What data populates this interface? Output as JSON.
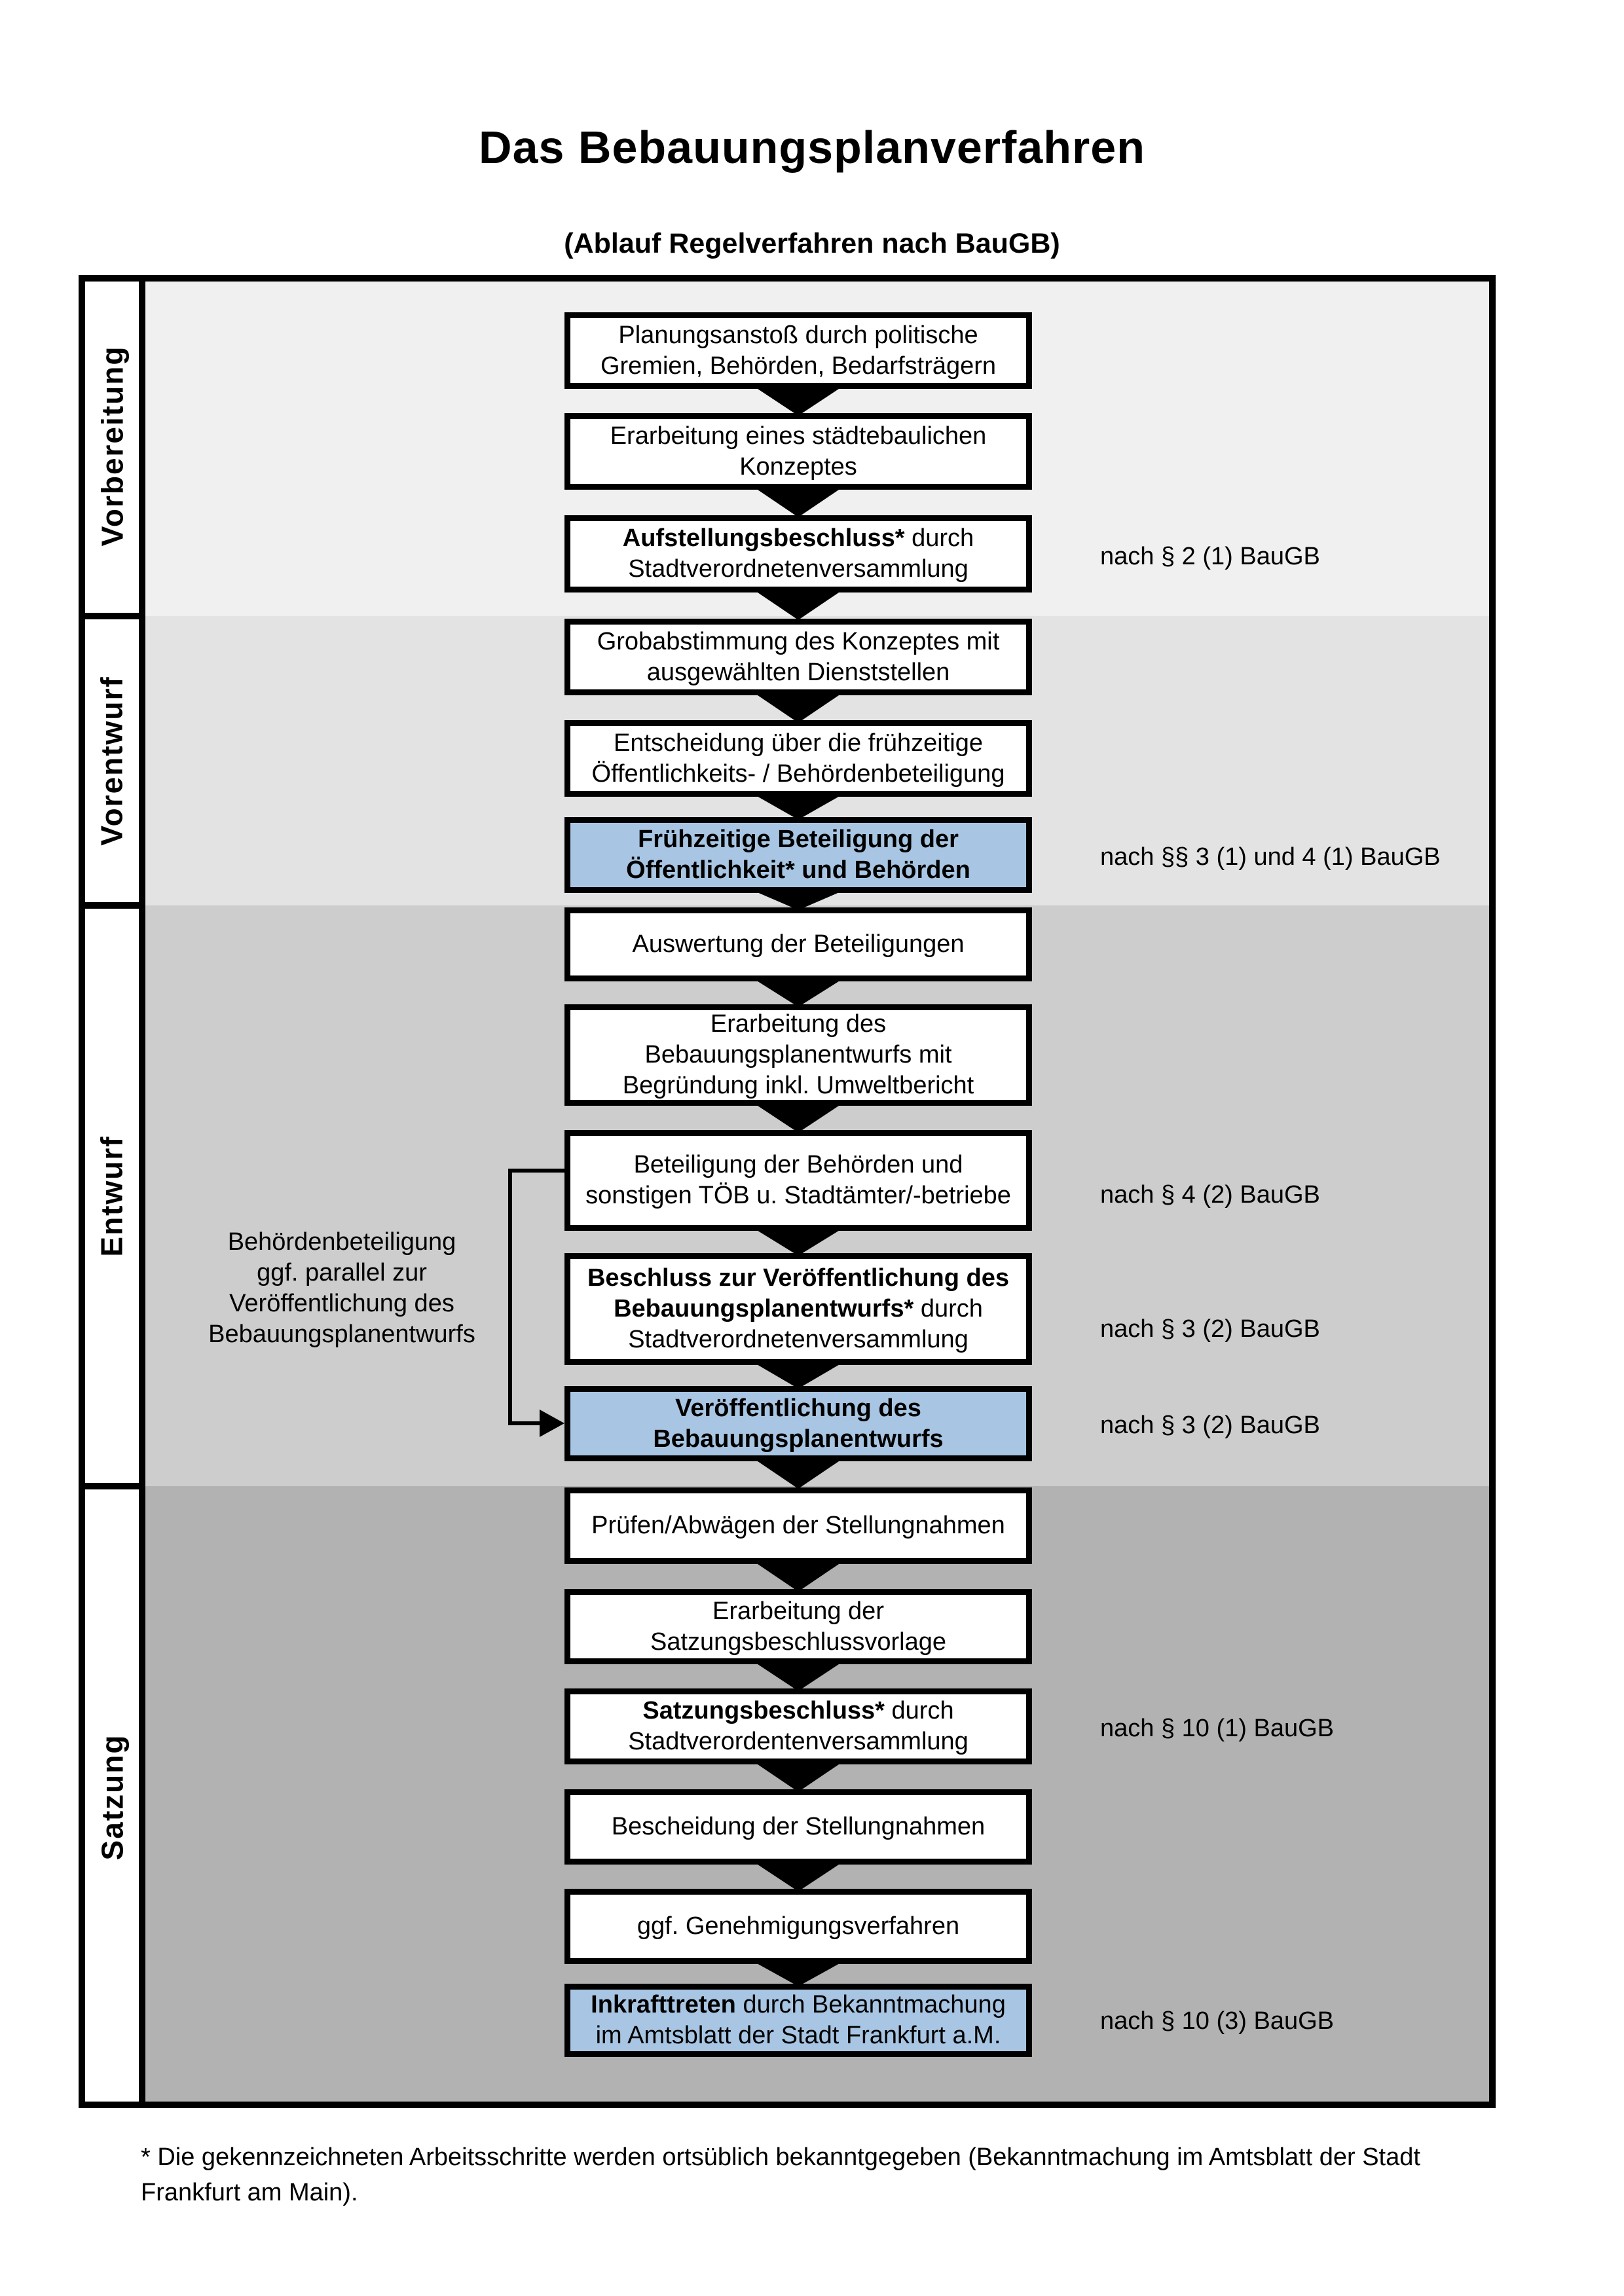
{
  "title": "Das Bebauungsplanverfahren",
  "subtitle": "(Ablauf Regelverfahren nach BauGB)",
  "colors": {
    "highlight_blue": "#a8c6e3",
    "rows": [
      "#f0f0f0",
      "#e3e3e3",
      "#cdcdcd",
      "#b2b2b2"
    ],
    "box_border": "#000000"
  },
  "phases": [
    {
      "label": "Vorbereitung"
    },
    {
      "label": "Vorentwurf"
    },
    {
      "label": "Entwurf"
    },
    {
      "label": "Satzung"
    }
  ],
  "steps": [
    {
      "phase": "Vorbereitung",
      "highlight": false,
      "law": "",
      "lines": [
        [
          {
            "t": "Planungsanstoß durch politische",
            "b": false
          }
        ],
        [
          {
            "t": "Gremien, Behörden, Bedarfsträgern",
            "b": false
          }
        ]
      ]
    },
    {
      "phase": "Vorbereitung",
      "highlight": false,
      "law": "",
      "lines": [
        [
          {
            "t": "Erarbeitung eines städtebaulichen",
            "b": false
          }
        ],
        [
          {
            "t": "Konzeptes",
            "b": false
          }
        ]
      ]
    },
    {
      "phase": "Vorbereitung",
      "highlight": false,
      "law": "nach § 2 (1) BauGB",
      "lines": [
        [
          {
            "t": "Aufstellungsbeschluss*",
            "b": true
          },
          {
            "t": " durch",
            "b": false
          }
        ],
        [
          {
            "t": "Stadtverordnetenversammlung",
            "b": false
          }
        ]
      ]
    },
    {
      "phase": "Vorentwurf",
      "highlight": false,
      "law": "",
      "lines": [
        [
          {
            "t": "Grobabstimmung des Konzeptes mit",
            "b": false
          }
        ],
        [
          {
            "t": "ausgewählten Dienststellen",
            "b": false
          }
        ]
      ]
    },
    {
      "phase": "Vorentwurf",
      "highlight": false,
      "law": "",
      "lines": [
        [
          {
            "t": "Entscheidung über die frühzeitige",
            "b": false
          }
        ],
        [
          {
            "t": "Öffentlichkeits- / Behördenbeteiligung",
            "b": false
          }
        ]
      ]
    },
    {
      "phase": "Vorentwurf",
      "highlight": true,
      "law": "nach §§ 3 (1) und 4 (1) BauGB",
      "lines": [
        [
          {
            "t": "Frühzeitige Beteiligung der",
            "b": true
          }
        ],
        [
          {
            "t": "Öffentlichkeit* und Behörden",
            "b": true
          }
        ]
      ]
    },
    {
      "phase": "Entwurf",
      "highlight": false,
      "law": "",
      "lines": [
        [
          {
            "t": "Auswertung der Beteiligungen",
            "b": false
          }
        ]
      ]
    },
    {
      "phase": "Entwurf",
      "highlight": false,
      "law": "",
      "lines": [
        [
          {
            "t": "Erarbeitung des",
            "b": false
          }
        ],
        [
          {
            "t": "Bebauungsplanentwurfs mit",
            "b": false
          }
        ],
        [
          {
            "t": "Begründung inkl. Umweltbericht",
            "b": false
          }
        ]
      ]
    },
    {
      "phase": "Entwurf",
      "highlight": false,
      "law": "nach § 4 (2) BauGB",
      "lines": [
        [
          {
            "t": "Beteiligung der Behörden und",
            "b": false
          }
        ],
        [
          {
            "t": "sonstigen TÖB u. Stadtämter/-betriebe",
            "b": false
          }
        ]
      ]
    },
    {
      "phase": "Entwurf",
      "highlight": false,
      "law": "nach § 3 (2) BauGB",
      "lines": [
        [
          {
            "t": "Beschluss zur Veröffentlichung des",
            "b": true
          }
        ],
        [
          {
            "t": "Bebauungsplanentwurfs*",
            "b": true
          },
          {
            "t": " durch",
            "b": false
          }
        ],
        [
          {
            "t": "Stadtverordnetenversammlung",
            "b": false
          }
        ]
      ]
    },
    {
      "phase": "Entwurf",
      "highlight": true,
      "law": "nach § 3 (2) BauGB",
      "lines": [
        [
          {
            "t": "Veröffentlichung des",
            "b": true
          }
        ],
        [
          {
            "t": "Bebauungsplanentwurfs",
            "b": true
          }
        ]
      ]
    },
    {
      "phase": "Satzung",
      "highlight": false,
      "law": "",
      "lines": [
        [
          {
            "t": "Prüfen/Abwägen der Stellungnahmen",
            "b": false
          }
        ]
      ]
    },
    {
      "phase": "Satzung",
      "highlight": false,
      "law": "",
      "lines": [
        [
          {
            "t": "Erarbeitung der",
            "b": false
          }
        ],
        [
          {
            "t": "Satzungsbeschlussvorlage",
            "b": false
          }
        ]
      ]
    },
    {
      "phase": "Satzung",
      "highlight": false,
      "law": "nach § 10 (1) BauGB",
      "lines": [
        [
          {
            "t": "Satzungsbeschluss*",
            "b": true
          },
          {
            "t": " durch",
            "b": false
          }
        ],
        [
          {
            "t": "Stadtverordentenversammlung",
            "b": false
          }
        ]
      ]
    },
    {
      "phase": "Satzung",
      "highlight": false,
      "law": "",
      "lines": [
        [
          {
            "t": "Bescheidung der Stellungnahmen",
            "b": false
          }
        ]
      ]
    },
    {
      "phase": "Satzung",
      "highlight": false,
      "law": "",
      "lines": [
        [
          {
            "t": "ggf. Genehmigungsverfahren",
            "b": false
          }
        ]
      ]
    },
    {
      "phase": "Satzung",
      "highlight": true,
      "law": "nach § 10 (3) BauGB",
      "lines": [
        [
          {
            "t": "Inkrafttreten",
            "b": true
          },
          {
            "t": " durch Bekanntmachung",
            "b": false
          }
        ],
        [
          {
            "t": "im Amtsblatt der Stadt Frankfurt a.M.",
            "b": false
          }
        ]
      ]
    }
  ],
  "side_note": {
    "lines": [
      "Behördenbeteiligung",
      "ggf. parallel zur",
      "Veröffentlichung des",
      "Bebauungsplanentwurfs"
    ]
  },
  "footnote_lines": [
    "* Die gekennzeichneten Arbeitsschritte werden ortsüblich bekanntgegeben (Bekanntmachung im Amtsblatt  der Stadt",
    "Frankfurt am Main)."
  ]
}
